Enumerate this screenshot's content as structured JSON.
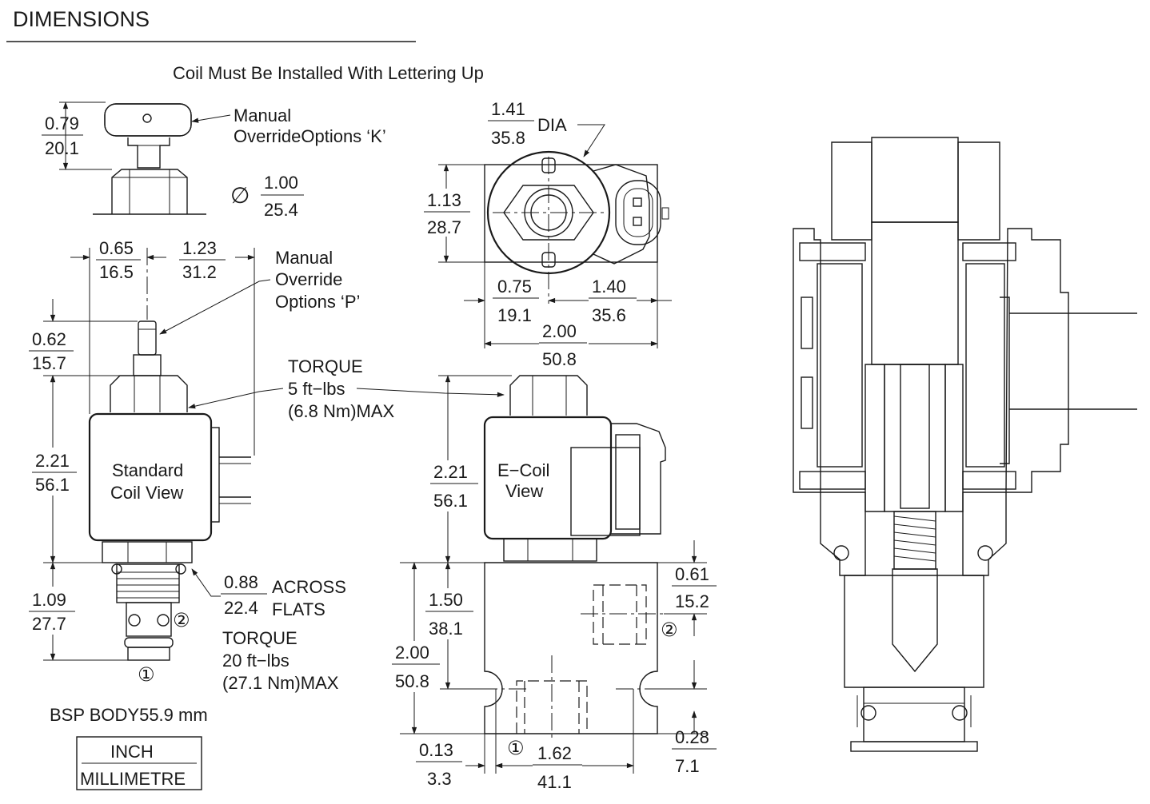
{
  "title": "DIMENSIONS",
  "note": "Coil Must Be Installed With Lettering  Up",
  "override_k": {
    "line1": "Manual",
    "line2": "OverrideOptions ‘K’"
  },
  "override_p": {
    "line1": "Manual",
    "line2": "Override",
    "line3": "Options ‘P’"
  },
  "knob_height": {
    "in": "0.79",
    "mm": "20.1"
  },
  "dia_top": {
    "symbol": "∅",
    "in": "1.00",
    "mm": "25.4"
  },
  "dim_065": {
    "in": "0.65",
    "mm": "16.5"
  },
  "dim_123": {
    "in": "1.23",
    "mm": "31.2"
  },
  "dim_062": {
    "in": "0.62",
    "mm": "15.7"
  },
  "dim_221_std": {
    "in": "2.21",
    "mm": "56.1"
  },
  "dim_109": {
    "in": "1.09",
    "mm": "27.7"
  },
  "torque_coil": {
    "line1": "TORQUE",
    "line2": "5 ft−lbs",
    "line3": "(6.8 Nm)MAX"
  },
  "standard_coil": {
    "line1": "Standard",
    "line2": "Coil View"
  },
  "across_flats": {
    "in": "0.88",
    "mm": "22.4",
    "label1": "ACROSS",
    "label2": "FLATS"
  },
  "torque_body": {
    "line1": "TORQUE",
    "line2": "20 ft−lbs",
    "line3": "(27.1 Nm)MAX"
  },
  "port1": "①",
  "port2": "②",
  "bsp_body": "BSP BODY55.9 mm",
  "legend": {
    "inch": "INCH",
    "mm": "MILLIMETRE"
  },
  "coil_dia": {
    "in": "1.41",
    "mm": "35.8",
    "label": "DIA"
  },
  "dim_113": {
    "in": "1.13",
    "mm": "28.7"
  },
  "dim_075": {
    "in": "0.75",
    "mm": "19.1"
  },
  "dim_140": {
    "in": "1.40",
    "mm": "35.6"
  },
  "dim_200_top": {
    "in": "2.00",
    "mm": "50.8"
  },
  "ecoil": {
    "line1": "E−Coil",
    "line2": "View"
  },
  "dim_221_e": {
    "in": "2.21",
    "mm": "56.1"
  },
  "dim_150": {
    "in": "1.50",
    "mm": "38.1"
  },
  "dim_200_side": {
    "in": "2.00",
    "mm": "50.8"
  },
  "dim_061": {
    "in": "0.61",
    "mm": "15.2"
  },
  "dim_028": {
    "in": "0.28",
    "mm": "7.1"
  },
  "dim_013": {
    "in": "0.13",
    "mm": "3.3"
  },
  "dim_162": {
    "in": "1.62",
    "mm": "41.1"
  }
}
